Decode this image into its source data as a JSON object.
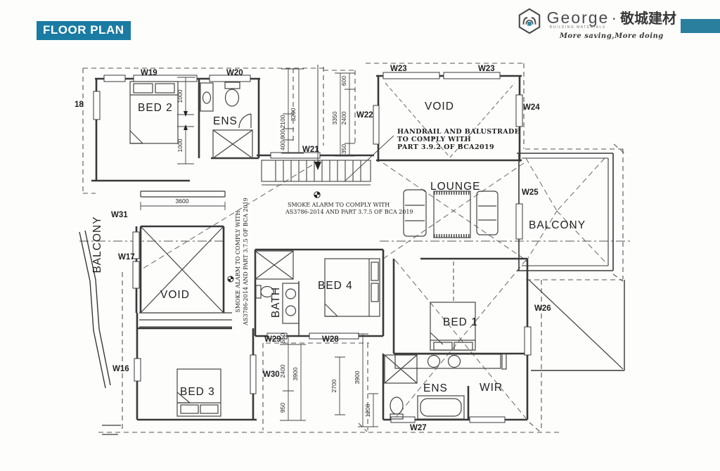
{
  "header": {
    "title": "FLOOR PLAN",
    "brand_name": "George",
    "brand_sep": "·",
    "brand_cn": "敬城建材",
    "brand_sub": "BUILDING MATERIALS",
    "brand_tagline": "More saving,More doing",
    "accent": "#1a7ba3"
  },
  "plan": {
    "rooms": {
      "bed1": "BED 1",
      "bed2": "BED 2",
      "bed3": "BED 3",
      "bed4": "BED 4",
      "bath": "BATH",
      "ens": "ENS",
      "wir": "WIR",
      "lounge": "LOUNGE",
      "void": "VOID",
      "balcony": "BALCONY"
    },
    "labels": {
      "w16": "W16",
      "w17": "W17",
      "w18_cut": "18",
      "w19": "W19",
      "w20": "W20",
      "w21": "W21",
      "w22": "W22",
      "w23": "W23",
      "w24": "W24",
      "w25": "W25",
      "w26": "W26",
      "w27": "W27",
      "w28": "W28",
      "w29": "W29",
      "w30": "W30",
      "w31": "W31"
    },
    "dims": {
      "d3600": "3600",
      "d1000": "1000",
      "d3200": "3200",
      "d2100": "2100",
      "d900": "900",
      "d400": "400",
      "d600": "600",
      "d3350": "3350",
      "d2400": "2400",
      "d350": "350",
      "d550": "550",
      "d3900": "3900",
      "d950": "950",
      "d2700": "2700",
      "d1200": "1200"
    },
    "notes": {
      "handrail_l1": "HANDRAIL AND BALUSTRADE",
      "handrail_l2": "TO COMPLY WITH",
      "handrail_l3": "PART 3.9.2 OF BCA2019",
      "smoke_l1": "SMOKE ALARM TO COMPLY WITH",
      "smoke_l2": "AS3786-2014 AND PART 3.7.5 OF BCA 2019"
    }
  }
}
